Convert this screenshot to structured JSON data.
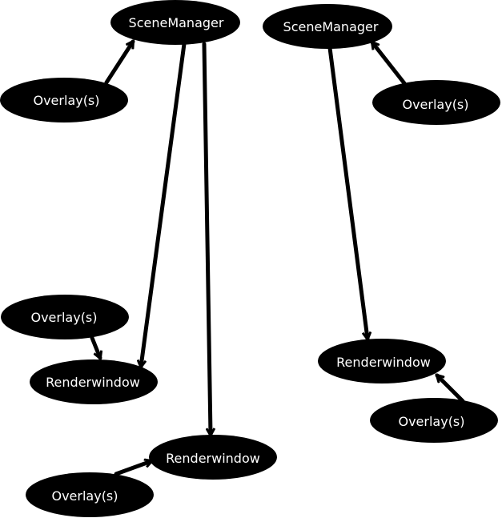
{
  "diagram": {
    "background": "#ffffff",
    "node_color": "#000000",
    "label_color": "#ffffff",
    "edge_color": "#000000",
    "nodes": {
      "scene_manager_left": {
        "label": "SceneManager"
      },
      "scene_manager_right": {
        "label": "SceneManager"
      },
      "overlay_sm_left": {
        "label": "Overlay(s)"
      },
      "overlay_sm_right": {
        "label": "Overlay(s)"
      },
      "overlay_rw_left": {
        "label": "Overlay(s)"
      },
      "renderwindow_left": {
        "label": "Renderwindow"
      },
      "renderwindow_middle": {
        "label": "Renderwindow"
      },
      "overlay_rw_middle": {
        "label": "Overlay(s)"
      },
      "renderwindow_right": {
        "label": "Renderwindow"
      },
      "overlay_rw_right": {
        "label": "Overlay(s)"
      }
    }
  }
}
